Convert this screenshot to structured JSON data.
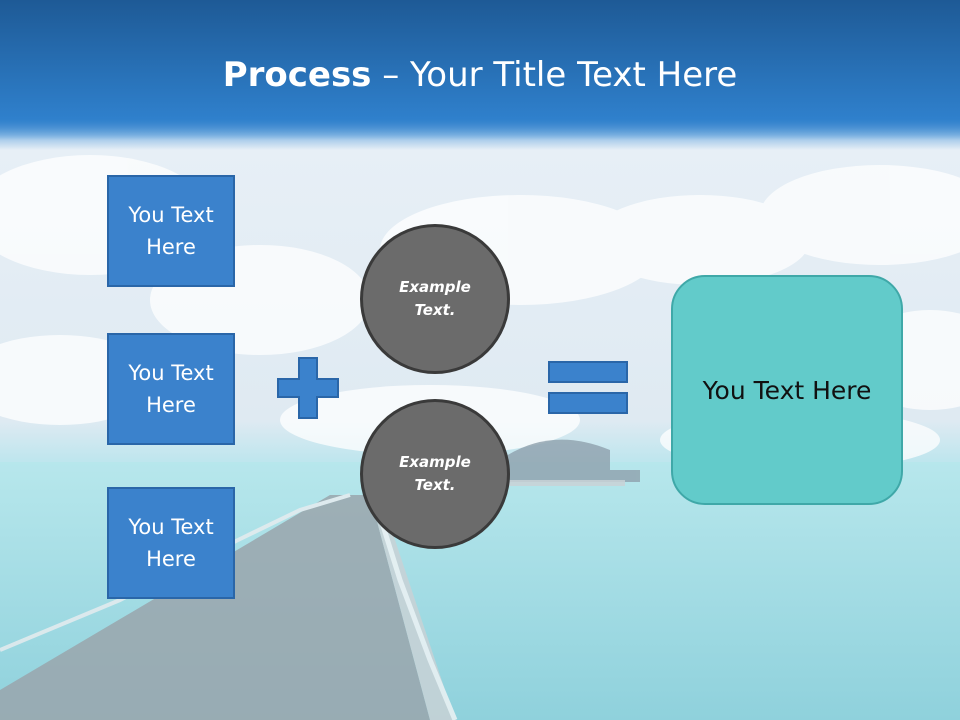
{
  "title": {
    "bold": "Process",
    "rest": " – Your Title Text Here"
  },
  "boxes": [
    {
      "label": "You Text Here"
    },
    {
      "label": "You Text Here"
    },
    {
      "label": "You Text Here"
    }
  ],
  "circles": [
    {
      "label": "Example Text."
    },
    {
      "label": "Example Text."
    }
  ],
  "result": {
    "label": "You Text Here"
  },
  "icons": {
    "plus": "plus-icon",
    "equals": "equals-icon"
  },
  "colors": {
    "header": "#2f7fc9",
    "box_fill": "#3b82cc",
    "circle_fill": "#6b6b6b",
    "result_fill": "#62cbca"
  }
}
